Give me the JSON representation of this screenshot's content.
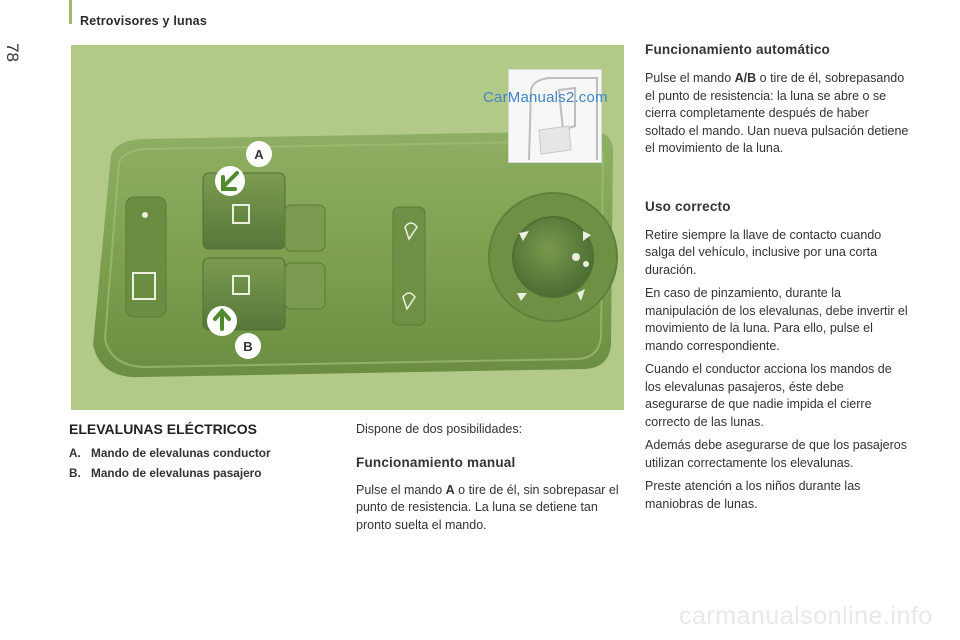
{
  "header": {
    "section_title": "Retrovisores y lunas",
    "page_number": "78"
  },
  "figure": {
    "label_a": "A",
    "label_b": "B",
    "watermark": "CarManuals2.com"
  },
  "left": {
    "heading": "ELEVALUNAS ELÉCTRICOS",
    "items": [
      {
        "letter": "A.",
        "text": "Mando de elevalunas conductor"
      },
      {
        "letter": "B.",
        "text": "Mando de elevalunas pasajero"
      }
    ]
  },
  "middle": {
    "intro": "Dispone de dos posibilidades:",
    "manual_heading": "Funcionamiento manual",
    "manual_pre": "Pulse el mando ",
    "manual_bold": "A",
    "manual_post": " o tire de él, sin sobrepasar el punto de resistencia. La luna se detiene tan pronto suelta el mando."
  },
  "right": {
    "auto_heading": "Funcionamiento automático",
    "auto_pre": "Pulse el mando ",
    "auto_bold": "A/B",
    "auto_post": " o tire de él, sobrepasando el punto de resistencia: la luna se abre o se cierra completamente después de haber soltado el mando. Uan nueva pulsación detiene el movimiento de la luna.",
    "uso_heading": "Uso correcto",
    "uso_paragraphs": [
      "Retire siempre la llave de contacto cuando salga del vehículo, inclusive por una corta duración.",
      "En caso de pinzamiento, durante la manipulación de los elevalunas, debe invertir el movimiento de la luna. Para ello, pulse el mando correspondiente.",
      "Cuando el conductor acciona los mandos de los elevalunas pasajeros, éste debe asegurarse de que nadie impida el cierre correcto de las lunas.",
      "Además debe asegurarse de que los pasajeros utilizan correctamente los elevalunas.",
      "Preste atención a los niños durante las maniobras de lunas."
    ]
  },
  "footer": {
    "watermark": "carmanualsonline.info"
  }
}
